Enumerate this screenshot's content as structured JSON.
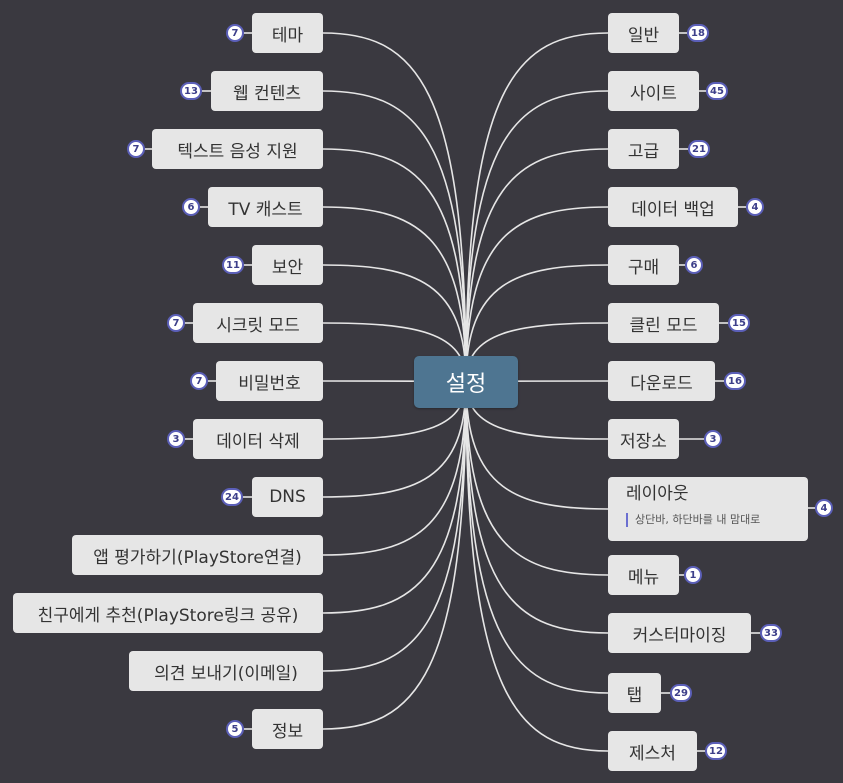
{
  "center": {
    "label": "설정"
  },
  "colors": {
    "background": "#3a3940",
    "center_fill": "#4e7591",
    "node_fill": "#e6e6e6",
    "badge_border": "#5b5fb8",
    "edge": "#e6e6e6"
  },
  "left": [
    {
      "label": "테마",
      "count": "7"
    },
    {
      "label": "웹 컨텐츠",
      "count": "13"
    },
    {
      "label": "텍스트 음성 지원",
      "count": "7"
    },
    {
      "label": "TV 캐스트",
      "count": "6"
    },
    {
      "label": "보안",
      "count": "11"
    },
    {
      "label": "시크릿 모드",
      "count": "7"
    },
    {
      "label": "비밀번호",
      "count": "7"
    },
    {
      "label": "데이터 삭제",
      "count": "3"
    },
    {
      "label": "DNS",
      "count": "24"
    },
    {
      "label": "앱 평가하기(PlayStore연결)",
      "count": ""
    },
    {
      "label": "친구에게 추천(PlayStore링크 공유)",
      "count": ""
    },
    {
      "label": "의견 보내기(이메일)",
      "count": ""
    },
    {
      "label": "정보",
      "count": "5"
    }
  ],
  "right": [
    {
      "label": "일반",
      "count": "18"
    },
    {
      "label": "사이트",
      "count": "45"
    },
    {
      "label": "고급",
      "count": "21"
    },
    {
      "label": "데이터 백업",
      "count": "4"
    },
    {
      "label": "구매",
      "count": "6"
    },
    {
      "label": "클린 모드",
      "count": "15"
    },
    {
      "label": "다운로드",
      "count": "16"
    },
    {
      "label": "저장소",
      "count": "3"
    },
    {
      "label": "레이아웃",
      "count": "4",
      "note": "상단바, 하단바를 내 맘대로"
    },
    {
      "label": "메뉴",
      "count": "1"
    },
    {
      "label": "커스터마이징",
      "count": "33"
    },
    {
      "label": "탭",
      "count": "29"
    },
    {
      "label": "제스처",
      "count": "12"
    }
  ]
}
